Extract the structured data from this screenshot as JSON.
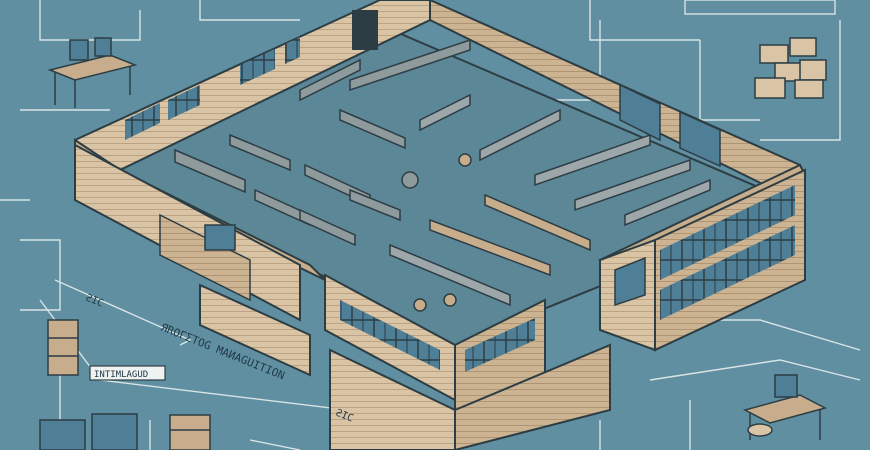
{
  "labels": {
    "floor_text_1": "ƧIC",
    "floor_text_2": "ЯROΓΣTOG MAИAGUITION",
    "floor_text_3": "ƧIC",
    "side_label": "INTIMLAGUD"
  },
  "colors": {
    "background": "#5f8fa0",
    "floor": "#5b8796",
    "wall_light": "#d9c4a6",
    "wall_shade": "#c7ad8c",
    "window": "#4f7f97",
    "line": "#2d3d44",
    "blueprint_line": "#eef3f2"
  },
  "icons": [
    "computer-desk-icon",
    "cardboard-boxes-icon",
    "shelving-unit-icon",
    "office-desk-icon",
    "monitors-icon"
  ]
}
